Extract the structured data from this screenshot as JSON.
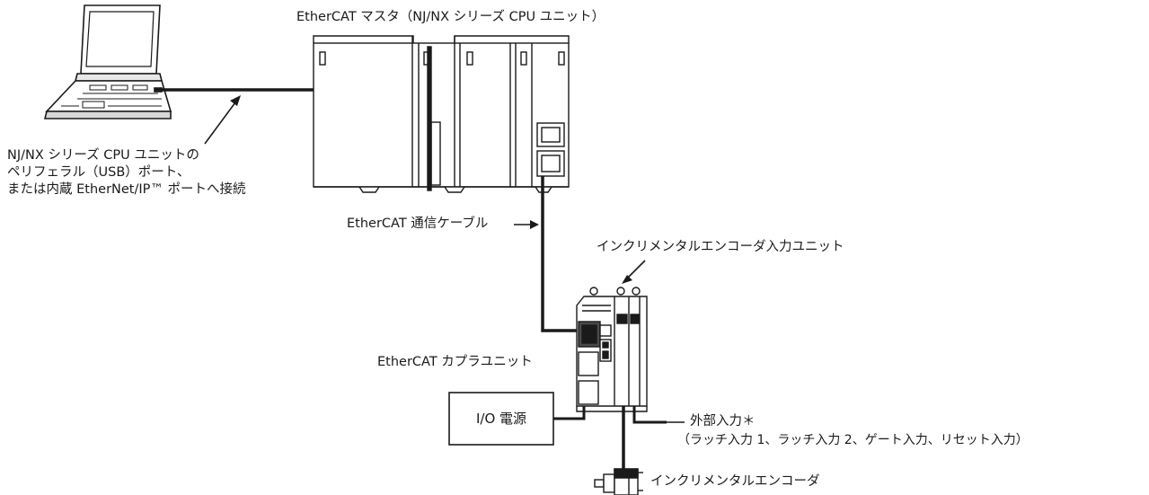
{
  "labels": {
    "master_title": "EtherCAT マスタ（NJ/NX シリーズ CPU ユニット）",
    "pc_connection_line1": "NJ/NX シリーズ CPU ユニットの",
    "pc_connection_line2": "ペリフェラル（USB）ポート、",
    "pc_connection_line3": "または内蔵 EtherNet/IP™ ポートへ接続",
    "cable_label": "EtherCAT 通信ケーブル",
    "encoder_unit_label": "インクリメンタルエンコーダ入力ユニット",
    "coupler_label": "EtherCAT カプラユニット",
    "power_supply": "I/O 電源",
    "external_input_title": "外部入力＊",
    "external_input_detail": "（ラッチ入力 1、ラッチ入力 2、ゲート入力、リセット入力）",
    "encoder_label": "インクリメンタルエンコーダ"
  }
}
